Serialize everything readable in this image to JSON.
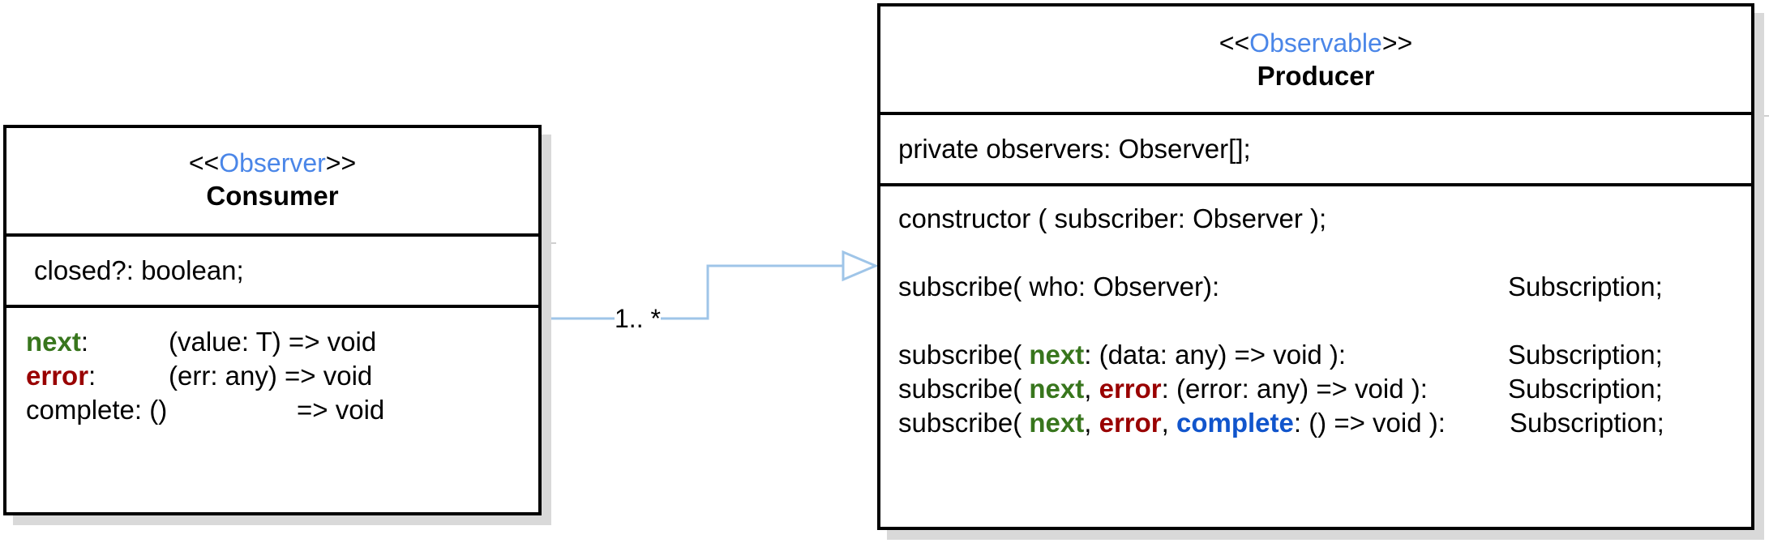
{
  "consumer": {
    "stereotype_open": "<<",
    "stereotype_word": "Observer",
    "stereotype_close": ">>",
    "name": "Consumer",
    "attribute": "closed?: boolean;",
    "methods": [
      {
        "keyword": "next",
        "colon": ":",
        "signature": "(value: T) => void"
      },
      {
        "keyword": "error",
        "colon": ":",
        "signature": "(err: any)  => void"
      },
      {
        "keyword": "complete: ()",
        "colon": "",
        "signature": "=> void"
      }
    ]
  },
  "producer": {
    "stereotype_open": "<<",
    "stereotype_word": "Observable",
    "stereotype_close": ">>",
    "name": "Producer",
    "attribute": "private observers: Observer[];",
    "constructor": "constructor ( subscriber: Observer );",
    "subscribe_who": "subscribe( who: Observer):",
    "return_type": "Subscription;",
    "sub_prefix": "subscribe( ",
    "kw_next": "next",
    "kw_error": "error",
    "kw_complete": "complete",
    "comma": ", ",
    "sig_next": ": (data: any) => void ):",
    "sig_error": ": (error: any) => void ):",
    "sig_complete": ": () => void ):"
  },
  "association": {
    "multiplicity": "1.. *"
  },
  "colors": {
    "stereotype": "#4a86e8",
    "next": "#38761d",
    "error": "#990000",
    "complete": "#1155cc",
    "connector": "#9fc5e8"
  }
}
